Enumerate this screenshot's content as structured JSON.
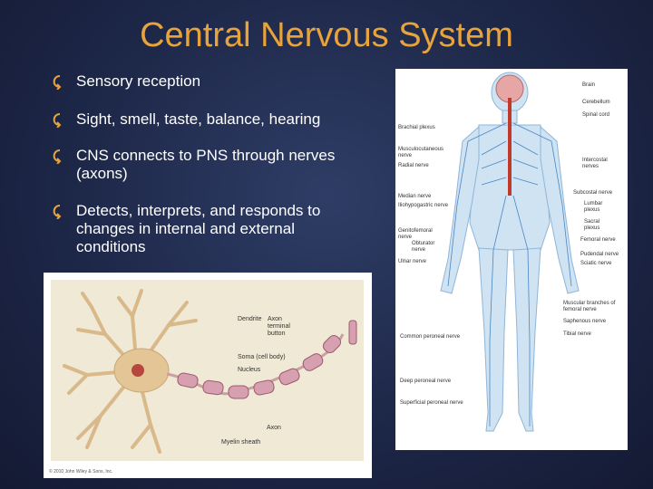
{
  "slide": {
    "title": "Central Nervous System",
    "bullets": [
      "Sensory reception",
      "Sight, smell, taste, balance, hearing",
      "CNS connects to PNS through nerves (axons)",
      "Detects, interprets, and responds to changes in internal and external conditions"
    ],
    "accent_color": "#e8a33a",
    "bullet_icon": "curved-arrow-icon"
  },
  "neuron_figure": {
    "labels": {
      "dendrite": "Dendrite",
      "axon_terminal": "Axon terminal button",
      "soma": "Soma (cell body)",
      "nucleus": "Nucleus",
      "axon": "Axon",
      "myelin": "Myelin sheath"
    },
    "copyright": "© 2010 John Wiley & Sons, Inc."
  },
  "body_figure": {
    "labels": {
      "brain": "Brain",
      "cerebellum": "Cerebellum",
      "spinal_cord": "Spinal cord",
      "brachial_plexus": "Brachial plexus",
      "musculocutaneous": "Musculocutaneous nerve",
      "radial": "Radial nerve",
      "intercostal": "Intercostal nerves",
      "subcostal": "Subcostal nerve",
      "median": "Median nerve",
      "iliohypogastric": "Iliohypogastric nerve",
      "lumbar_plexus": "Lumbar plexus",
      "genitofemoral": "Genitofemoral nerve",
      "sacral_plexus": "Sacral plexus",
      "obturator": "Obturator nerve",
      "femoral": "Femoral nerve",
      "ulnar": "Ulnar nerve",
      "pudendal": "Pudendal nerve",
      "sciatic": "Sciatic nerve",
      "muscular_branches": "Muscular branches of femoral nerve",
      "saphenous": "Saphenous nerve",
      "common_peroneal": "Common peroneal nerve",
      "tibial": "Tibial nerve",
      "deep_peroneal": "Deep peroneal nerve",
      "superficial_peroneal": "Superficial peroneal nerve"
    }
  }
}
